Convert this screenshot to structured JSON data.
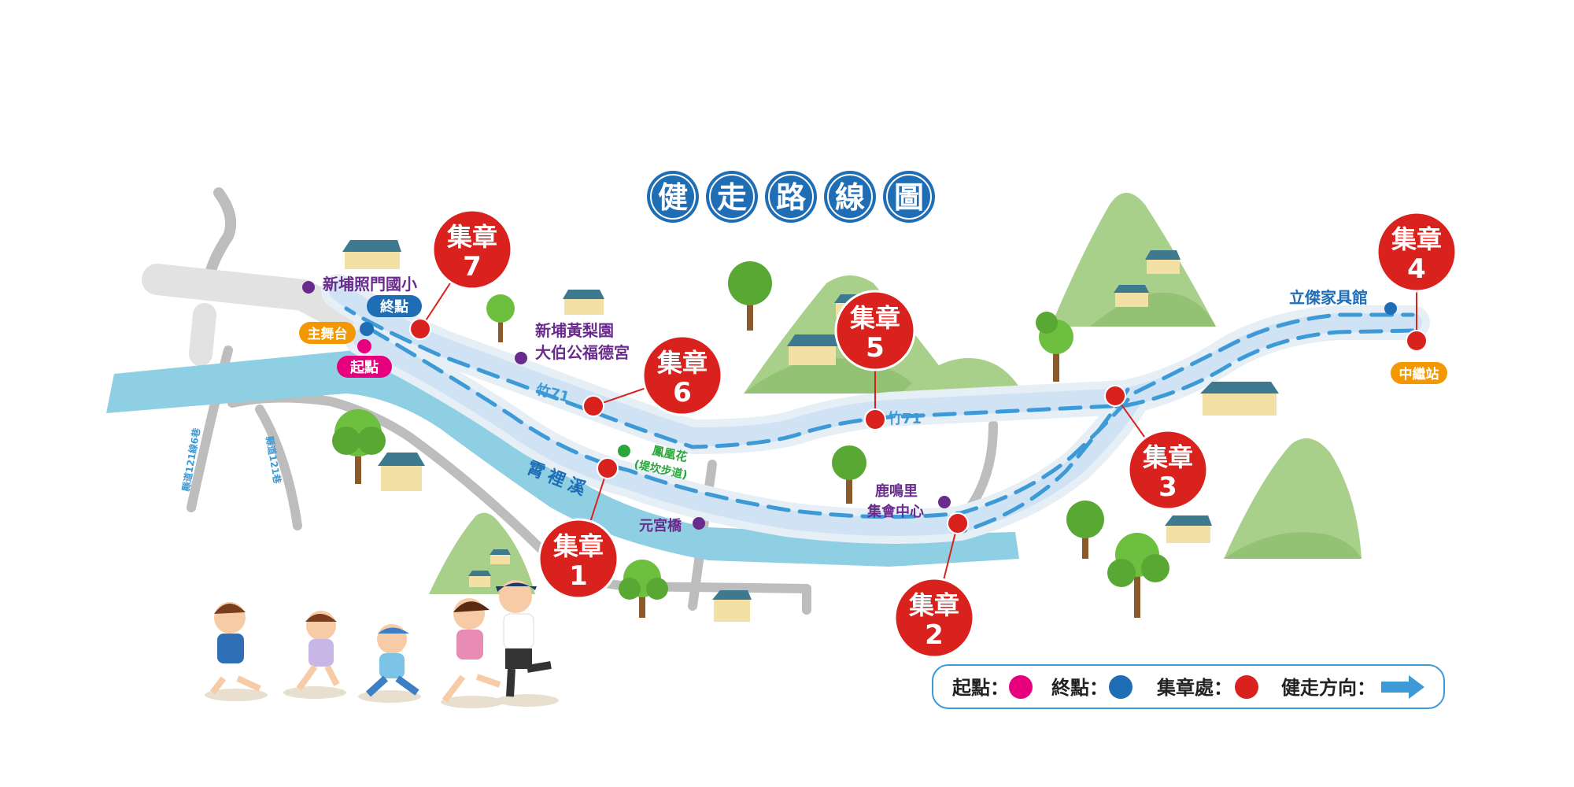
{
  "title": {
    "chars": [
      "健",
      "走",
      "路",
      "線",
      "圖"
    ]
  },
  "colors": {
    "title_circle": "#1f6db5",
    "river": "#8fcfe3",
    "road": "#b9b9b9",
    "route_band": "#cfe3f5",
    "route_dash": "#3d9ad6",
    "hill": "#a8d08a",
    "stamp": "#d9211d",
    "start": "#e6007e",
    "end": "#1f6db5",
    "relay": "#f39800",
    "poi": "#6a2c8c",
    "green_poi": "#2aa63b"
  },
  "stamps": [
    {
      "label": "集章",
      "num": "1"
    },
    {
      "label": "集章",
      "num": "2"
    },
    {
      "label": "集章",
      "num": "3"
    },
    {
      "label": "集章",
      "num": "4"
    },
    {
      "label": "集章",
      "num": "5"
    },
    {
      "label": "集章",
      "num": "6"
    },
    {
      "label": "集章",
      "num": "7"
    }
  ],
  "badges": {
    "end": "終點",
    "stage": "主舞台",
    "start": "起點",
    "relay": "中繼站"
  },
  "places": {
    "school": "新埔照門國小",
    "orchard_1": "新埔黃梨園",
    "orchard_2": "大伯公福德宮",
    "flower_1": "鳳凰花",
    "flower_2": "(堤坎步道)",
    "bridge": "元宮橋",
    "village_1": "鹿鳴里",
    "village_2": "集會中心",
    "furniture": "立傑家具館"
  },
  "roads": {
    "zhu71_a": "竹71",
    "zhu71_b": "竹71",
    "county_a": "縣道121線6巷",
    "county_b": "縣道121巷",
    "river": "霄裡溪"
  },
  "legend": {
    "start_label": "起點：",
    "end_label": "終點：",
    "stamp_label": "集章處：",
    "direction_label": "健走方向："
  }
}
